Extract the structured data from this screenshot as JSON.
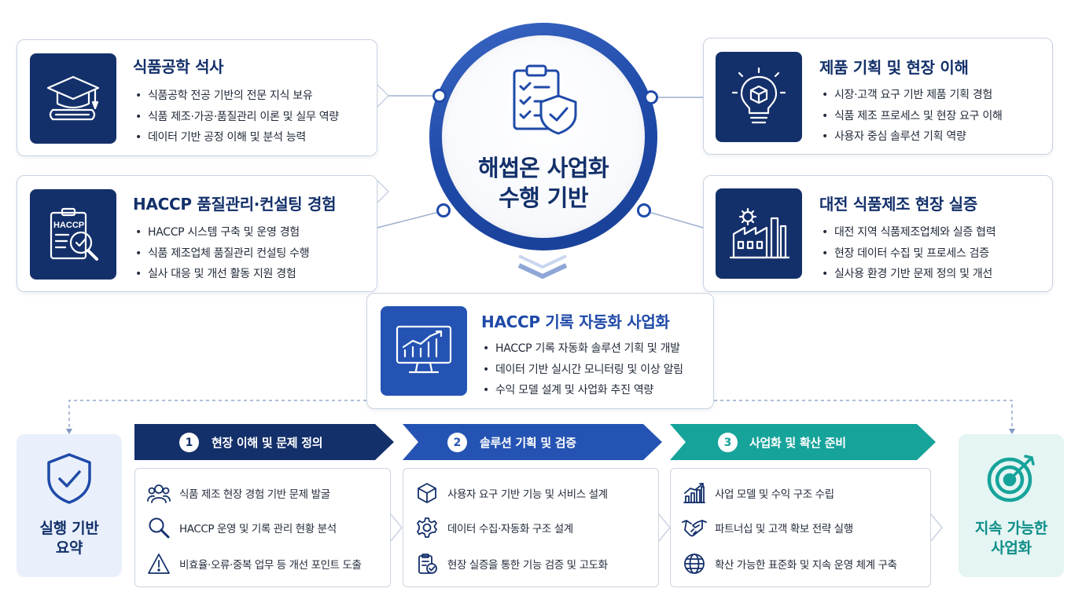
{
  "hub": {
    "title_line1": "해썹온 사업화",
    "title_line2": "수행 기반",
    "icon": "clipboard-shield-icon"
  },
  "cards": {
    "food_engineering": {
      "title": "식품공학 석사",
      "icon": "graduation-cap-icon",
      "bullets": [
        "식품공학 전공 기반의 전문 지식 보유",
        "식품 제조·가공·품질관리 이론 및 실무 역량",
        "데이터 기반 공정 이해 및 분석 능력"
      ]
    },
    "haccp_consulting": {
      "title": "HACCP 품질관리·컨설팅 경험",
      "icon": "haccp-clipboard-magnifier-icon",
      "icon_text": "HACCP",
      "bullets": [
        "HACCP 시스템 구축 및 운영 경험",
        "식품 제조업체 품질관리 컨설팅 수행",
        "실사 대응 및 개선 활동 지원 경험"
      ]
    },
    "product_planning": {
      "title": "제품 기획 및 현장 이해",
      "icon": "lightbulb-cube-icon",
      "bullets": [
        "시장·고객 요구 기반 제품 기획 경험",
        "식품 제조 프로세스 및 현장 요구 이해",
        "사용자 중심 솔루션 기획 역량"
      ]
    },
    "daejeon_field": {
      "title": "대전 식품제조 현장 실증",
      "icon": "factory-gear-icon",
      "bullets": [
        "대전 지역 식품제조업체와 실증 협력",
        "현장 데이터 수집 및 프로세스 검증",
        "실사용 환경 기반 문제 정의 및 개선"
      ]
    },
    "haccp_automation": {
      "title": "HACCP 기록 자동화 사업화",
      "icon": "monitor-growth-chart-icon",
      "bullets": [
        "HACCP 기록 자동화 솔루션 기획 및 개발",
        "데이터 기반 실시간 모니터링 및 이상 알림",
        "수익 모델 설계 및 사업화 추진 역량"
      ]
    }
  },
  "side_left": {
    "line1": "실행 기반",
    "line2": "요약",
    "icon": "shield-check-icon"
  },
  "side_right": {
    "line1": "지속 가능한",
    "line2": "사업화",
    "icon": "target-arrow-icon"
  },
  "steps": [
    {
      "number": "1",
      "label": "현장 이해 및 문제 정의",
      "items": [
        {
          "icon": "people-icon",
          "text": "식품 제조 현장 경험 기반 문제 발굴"
        },
        {
          "icon": "magnifier-icon",
          "text": "HACCP 운영 및 기록 관리 현황 분석"
        },
        {
          "icon": "warning-triangle-icon",
          "text": "비효율·오류·중복 업무 등 개선 포인트 도출"
        }
      ]
    },
    {
      "number": "2",
      "label": "솔루션 기획 및 검증",
      "items": [
        {
          "icon": "cube-icon",
          "text": "사용자 요구 기반 기능 및 서비스 설계"
        },
        {
          "icon": "gear-icon",
          "text": "데이터 수집·자동화 구조 설계"
        },
        {
          "icon": "clipboard-check-icon",
          "text": "현장 실증을 통한 기능 검증 및 고도화"
        }
      ]
    },
    {
      "number": "3",
      "label": "사업화 및 확산 준비",
      "items": [
        {
          "icon": "bar-chart-icon",
          "text": "사업 모델 및 수익 구조 수립"
        },
        {
          "icon": "handshake-icon",
          "text": "파트너십 및 고객 확보 전략 실행"
        },
        {
          "icon": "globe-icon",
          "text": "확산 가능한 표준화 및 지속 운영 체계 구축"
        }
      ]
    }
  ],
  "colors": {
    "navy": "#14306b",
    "blue": "#1f4aa8",
    "step1": "#14306b",
    "step2": "#2453b3",
    "step3": "#16a39a",
    "teal_text": "#0e8e88",
    "left_bg": "#e9f0fb",
    "right_bg": "#e4f5f3"
  }
}
